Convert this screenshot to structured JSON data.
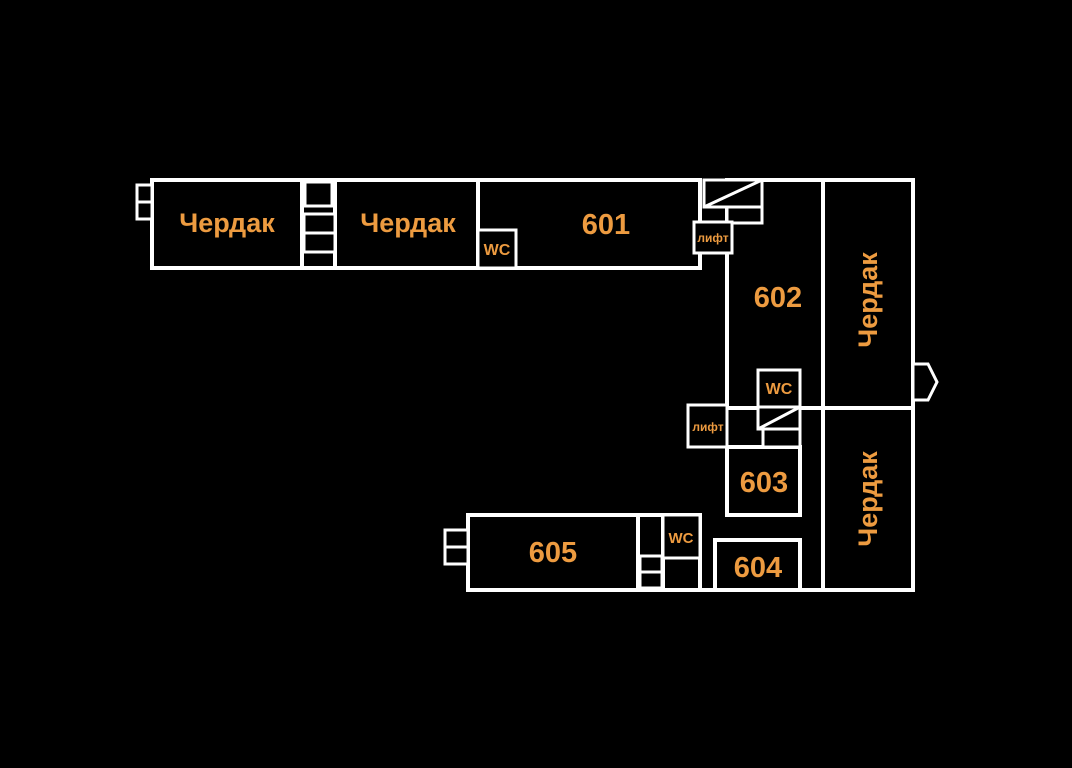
{
  "colors": {
    "background": "#000000",
    "walls": "#ffffff",
    "label": "#ED9B40"
  },
  "labels": {
    "attic_top_left": "Чердак",
    "attic_top_mid": "Чердак",
    "room_601": "601",
    "wc_top": "WC",
    "lift_top": "лифт",
    "room_602": "602",
    "attic_right_upper": "Чердак",
    "wc_mid": "WC",
    "lift_mid": "лифт",
    "room_603": "603",
    "attic_right_lower": "Чердак",
    "room_604": "604",
    "room_605": "605",
    "wc_bottom": "WC"
  }
}
